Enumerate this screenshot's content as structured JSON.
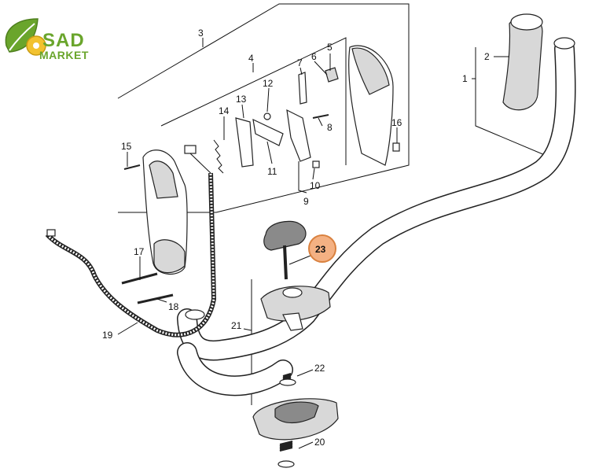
{
  "logo": {
    "line1": "SAD",
    "line2": "MARKET",
    "color": "#6aa52c"
  },
  "highlight": {
    "part": "23",
    "color": "#f4b183"
  },
  "callouts": [
    "1",
    "2",
    "3",
    "4",
    "5",
    "6",
    "7",
    "8",
    "9",
    "10",
    "11",
    "12",
    "13",
    "14",
    "15",
    "16",
    "17",
    "18",
    "19",
    "20",
    "21",
    "22",
    "23"
  ]
}
